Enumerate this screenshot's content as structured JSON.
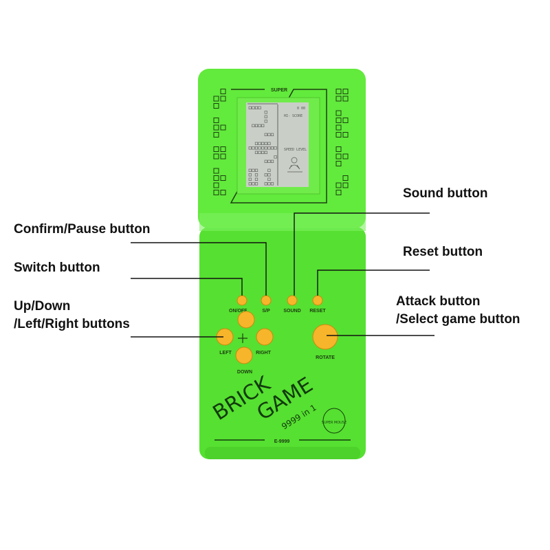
{
  "callouts": {
    "sound": "Sound button",
    "confirm_pause": "Confirm/Pause button",
    "reset": "Reset button",
    "switch": "Switch button",
    "directional_line1": "Up/Down",
    "directional_line2": "/Left/Right buttons",
    "attack_line1": "Attack button",
    "attack_line2": "/Select game button"
  },
  "device": {
    "screen_header": "SUPER",
    "lcd": {
      "score": "0 00",
      "hi_score": "HI- SCORE",
      "speed_level": "SPEED LEVEL"
    },
    "button_labels": {
      "on_off": "ON/OFF",
      "sp": "S/P",
      "sound": "SOUND",
      "reset": "RESET",
      "left": "LEFT",
      "right": "RIGHT",
      "down": "DOWN",
      "rotate": "ROTATE"
    },
    "brand_line1": "BRICK",
    "brand_line2": "GAME",
    "brand_sub": "9999 in 1",
    "mascot": "SUPER MOUSE",
    "model": "E-9999"
  },
  "colors": {
    "body": "#5ee83a",
    "button": "#f6b52a",
    "lcd": "#c9cfc6",
    "callout_line": "#111111"
  }
}
